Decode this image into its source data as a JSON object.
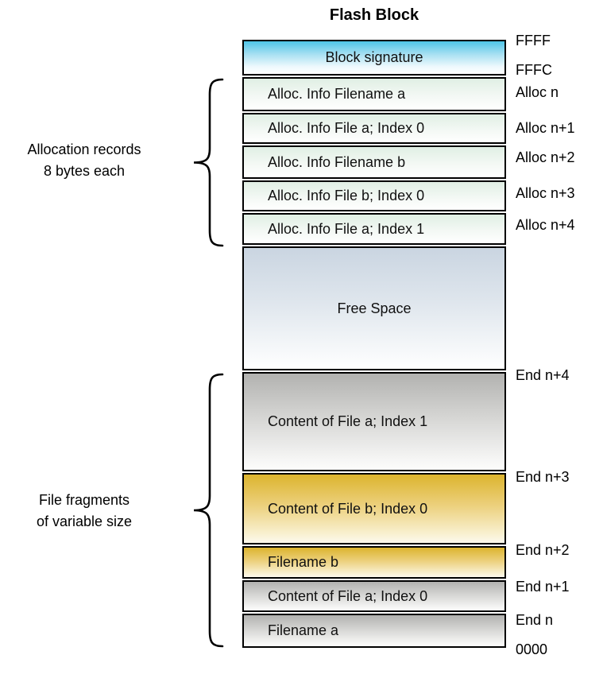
{
  "title": "Flash Block",
  "side_labels": {
    "alloc": {
      "line1": "Allocation records",
      "line2": "8 bytes each"
    },
    "frag": {
      "line1": "File fragments",
      "line2": "of variable size"
    }
  },
  "rows": [
    {
      "label": "Block signature"
    },
    {
      "label": "Alloc. Info Filename a"
    },
    {
      "label": "Alloc. Info File a; Index 0"
    },
    {
      "label": "Alloc. Info Filename b"
    },
    {
      "label": "Alloc. Info File b; Index 0"
    },
    {
      "label": "Alloc. Info File a; Index 1"
    },
    {
      "label": "Free Space"
    },
    {
      "label": "Content of File a; Index 1"
    },
    {
      "label": "Content of File b; Index 0"
    },
    {
      "label": "Filename b"
    },
    {
      "label": "Content of File a; Index 0"
    },
    {
      "label": "Filename a"
    }
  ],
  "addresses": [
    {
      "text": "FFFF"
    },
    {
      "text": "FFFC"
    },
    {
      "text": "Alloc n"
    },
    {
      "text": "Alloc n+1"
    },
    {
      "text": "Alloc n+2"
    },
    {
      "text": "Alloc n+3"
    },
    {
      "text": "Alloc n+4"
    },
    {
      "text": "End n+4"
    },
    {
      "text": "End n+3"
    },
    {
      "text": "End n+2"
    },
    {
      "text": "End n+1"
    },
    {
      "text": "End n"
    },
    {
      "text": "0000"
    }
  ],
  "colors": {
    "signature_top": "#4ec5e8",
    "alloc_top": "#e0efe4",
    "free_space_top": "#cad5e1",
    "gray_content_top": "#b2b2b0",
    "gold_content_top": "#dcb42e",
    "border": "#000000"
  }
}
